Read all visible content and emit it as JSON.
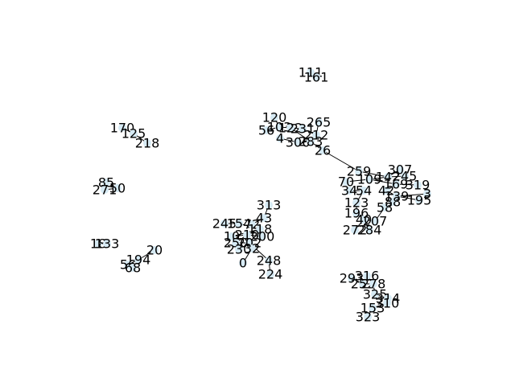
{
  "graph": {
    "node_color": "#d6eaf4",
    "edge_color": "#000000",
    "label_color": "#000000",
    "nodes": [
      {
        "id": "n111",
        "label": "111"
      },
      {
        "id": "n161",
        "label": "161"
      },
      {
        "id": "n120",
        "label": "120"
      },
      {
        "id": "n265",
        "label": "265"
      },
      {
        "id": "n56",
        "label": "56"
      },
      {
        "id": "n103",
        "label": "103"
      },
      {
        "id": "n122",
        "label": "122"
      },
      {
        "id": "n231",
        "label": "231"
      },
      {
        "id": "n212",
        "label": "212"
      },
      {
        "id": "n4",
        "label": "4"
      },
      {
        "id": "n306",
        "label": "306"
      },
      {
        "id": "n283",
        "label": "283"
      },
      {
        "id": "n26",
        "label": "26"
      },
      {
        "id": "n170",
        "label": "170"
      },
      {
        "id": "n125",
        "label": "125"
      },
      {
        "id": "n218",
        "label": "218"
      },
      {
        "id": "n85",
        "label": "85"
      },
      {
        "id": "n271",
        "label": "271"
      },
      {
        "id": "n50",
        "label": "50"
      },
      {
        "id": "n18",
        "label": "18"
      },
      {
        "id": "n133",
        "label": "133"
      },
      {
        "id": "n20",
        "label": "20"
      },
      {
        "id": "n194",
        "label": "194"
      },
      {
        "id": "n56b",
        "label": "56"
      },
      {
        "id": "n68",
        "label": "68"
      },
      {
        "id": "n259",
        "label": "259"
      },
      {
        "id": "n307",
        "label": "307"
      },
      {
        "id": "n142",
        "label": "142"
      },
      {
        "id": "n245",
        "label": "245"
      },
      {
        "id": "n70",
        "label": "70"
      },
      {
        "id": "n109",
        "label": "109"
      },
      {
        "id": "n319",
        "label": "319"
      },
      {
        "id": "n34",
        "label": "34"
      },
      {
        "id": "n54",
        "label": "54"
      },
      {
        "id": "n42",
        "label": "42"
      },
      {
        "id": "n169",
        "label": "169"
      },
      {
        "id": "n3",
        "label": "3"
      },
      {
        "id": "n139",
        "label": "139"
      },
      {
        "id": "n195",
        "label": "195"
      },
      {
        "id": "n88",
        "label": "88"
      },
      {
        "id": "n123",
        "label": "123"
      },
      {
        "id": "n58",
        "label": "58"
      },
      {
        "id": "n196",
        "label": "196"
      },
      {
        "id": "n40",
        "label": "40"
      },
      {
        "id": "n207",
        "label": "207"
      },
      {
        "id": "n272",
        "label": "272"
      },
      {
        "id": "n284",
        "label": "284"
      },
      {
        "id": "n313",
        "label": "313"
      },
      {
        "id": "n43",
        "label": "43"
      },
      {
        "id": "n245b",
        "label": "245"
      },
      {
        "id": "n154",
        "label": "154"
      },
      {
        "id": "n72",
        "label": "72"
      },
      {
        "id": "n118",
        "label": "118"
      },
      {
        "id": "n10",
        "label": "10"
      },
      {
        "id": "n210",
        "label": "210"
      },
      {
        "id": "n200",
        "label": "200"
      },
      {
        "id": "n250",
        "label": "250"
      },
      {
        "id": "n202",
        "label": "202"
      },
      {
        "id": "n230",
        "label": "230"
      },
      {
        "id": "n32",
        "label": "32"
      },
      {
        "id": "n0",
        "label": "0"
      },
      {
        "id": "n248",
        "label": "248"
      },
      {
        "id": "n224",
        "label": "224"
      },
      {
        "id": "n293",
        "label": "293"
      },
      {
        "id": "n316",
        "label": "316"
      },
      {
        "id": "n252",
        "label": "252"
      },
      {
        "id": "n278",
        "label": "278"
      },
      {
        "id": "n325",
        "label": "325"
      },
      {
        "id": "n314",
        "label": "314"
      },
      {
        "id": "n310",
        "label": "310"
      },
      {
        "id": "n153",
        "label": "153"
      },
      {
        "id": "n323",
        "label": "323"
      }
    ],
    "edges": [
      [
        "n111",
        "n161"
      ],
      [
        "n120",
        "n103"
      ],
      [
        "n56",
        "n103"
      ],
      [
        "n103",
        "n122"
      ],
      [
        "n122",
        "n231"
      ],
      [
        "n231",
        "n212"
      ],
      [
        "n4",
        "n306"
      ],
      [
        "n306",
        "n283"
      ],
      [
        "n283",
        "n26"
      ],
      [
        "n122",
        "n283"
      ],
      [
        "n265",
        "n212"
      ],
      [
        "n26",
        "n259"
      ],
      [
        "n170",
        "n125"
      ],
      [
        "n125",
        "n218"
      ],
      [
        "n85",
        "n271"
      ],
      [
        "n271",
        "n50"
      ],
      [
        "n18",
        "n133"
      ],
      [
        "n20",
        "n194"
      ],
      [
        "n194",
        "n56b"
      ],
      [
        "n56b",
        "n68"
      ],
      [
        "n259",
        "n142"
      ],
      [
        "n142",
        "n307"
      ],
      [
        "n142",
        "n245"
      ],
      [
        "n142",
        "n109"
      ],
      [
        "n109",
        "n70"
      ],
      [
        "n109",
        "n169"
      ],
      [
        "n169",
        "n319"
      ],
      [
        "n169",
        "n42"
      ],
      [
        "n42",
        "n139"
      ],
      [
        "n139",
        "n3"
      ],
      [
        "n139",
        "n195"
      ],
      [
        "n139",
        "n88"
      ],
      [
        "n54",
        "n123"
      ],
      [
        "n123",
        "n196"
      ],
      [
        "n196",
        "n40"
      ],
      [
        "n40",
        "n207"
      ],
      [
        "n207",
        "n58"
      ],
      [
        "n40",
        "n272"
      ],
      [
        "n40",
        "n284"
      ],
      [
        "n34",
        "n54"
      ],
      [
        "n313",
        "n43"
      ],
      [
        "n43",
        "n72"
      ],
      [
        "n245b",
        "n154"
      ],
      [
        "n154",
        "n118"
      ],
      [
        "n118",
        "n10"
      ],
      [
        "n10",
        "n210"
      ],
      [
        "n210",
        "n200"
      ],
      [
        "n210",
        "n250"
      ],
      [
        "n250",
        "n202"
      ],
      [
        "n202",
        "n230"
      ],
      [
        "n202",
        "n32"
      ],
      [
        "n32",
        "n0"
      ],
      [
        "n202",
        "n248"
      ],
      [
        "n248",
        "n224"
      ],
      [
        "n293",
        "n252"
      ],
      [
        "n316",
        "n278"
      ],
      [
        "n252",
        "n278"
      ],
      [
        "n278",
        "n325"
      ],
      [
        "n325",
        "n314"
      ],
      [
        "n314",
        "n310"
      ],
      [
        "n310",
        "n153"
      ],
      [
        "n153",
        "n323"
      ]
    ]
  }
}
